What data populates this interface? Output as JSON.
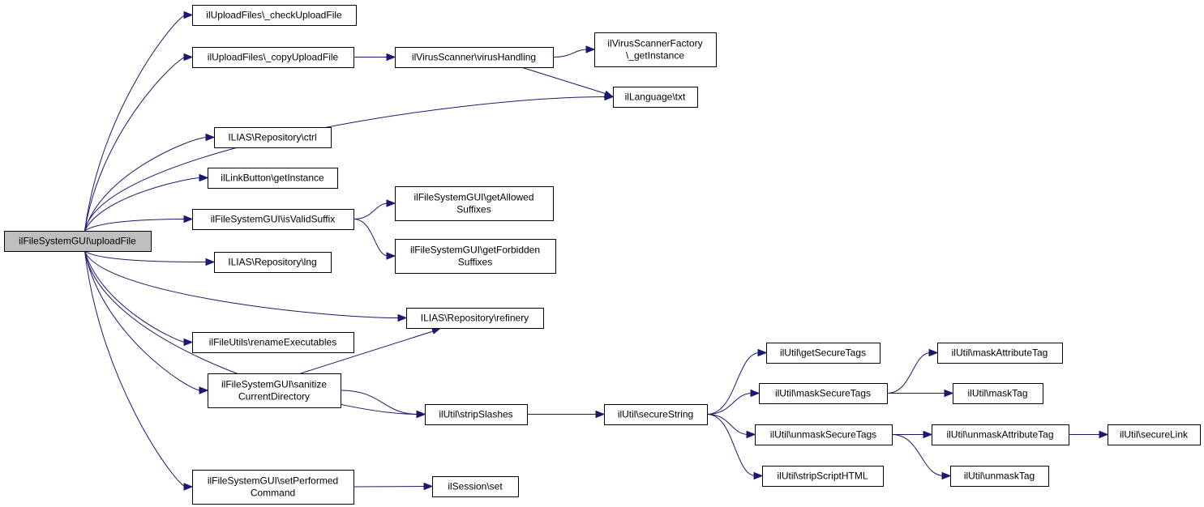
{
  "diagram": {
    "type": "call-graph",
    "edge_color": "#191970",
    "root_fill": "#bfbfbf",
    "nodes": [
      {
        "id": "uploadFile",
        "lines": [
          "ilFileSystemGUI\\uploadFile"
        ],
        "root": true
      },
      {
        "id": "checkUploadFile",
        "lines": [
          "ilUploadFiles\\_checkUploadFile"
        ]
      },
      {
        "id": "copyUploadFile",
        "lines": [
          "ilUploadFiles\\_copyUploadFile"
        ]
      },
      {
        "id": "virusHandling",
        "lines": [
          "ilVirusScanner\\virusHandling"
        ]
      },
      {
        "id": "getInstanceVSF",
        "lines": [
          "ilVirusScannerFactory",
          "\\_getInstance"
        ]
      },
      {
        "id": "txt",
        "lines": [
          "ilLanguage\\txt"
        ]
      },
      {
        "id": "ctrl",
        "lines": [
          "ILIAS\\Repository\\ctrl"
        ]
      },
      {
        "id": "linkButton",
        "lines": [
          "ilLinkButton\\getInstance"
        ]
      },
      {
        "id": "isValidSuffix",
        "lines": [
          "ilFileSystemGUI\\isValidSuffix"
        ]
      },
      {
        "id": "allowedSuffixes",
        "lines": [
          "ilFileSystemGUI\\getAllowed",
          "Suffixes"
        ]
      },
      {
        "id": "forbiddenSuffixes",
        "lines": [
          "ilFileSystemGUI\\getForbidden",
          "Suffixes"
        ]
      },
      {
        "id": "lng",
        "lines": [
          "ILIAS\\Repository\\lng"
        ]
      },
      {
        "id": "refinery",
        "lines": [
          "ILIAS\\Repository\\refinery"
        ]
      },
      {
        "id": "renameExecutables",
        "lines": [
          "ilFileUtils\\renameExecutables"
        ]
      },
      {
        "id": "sanitizeDir",
        "lines": [
          "ilFileSystemGUI\\sanitize",
          "CurrentDirectory"
        ]
      },
      {
        "id": "stripSlashes",
        "lines": [
          "ilUtil\\stripSlashes"
        ]
      },
      {
        "id": "setPerformed",
        "lines": [
          "ilFileSystemGUI\\setPerformed",
          "Command"
        ]
      },
      {
        "id": "sessionSet",
        "lines": [
          "ilSession\\set"
        ]
      },
      {
        "id": "secureString",
        "lines": [
          "ilUtil\\secureString"
        ]
      },
      {
        "id": "getSecureTags",
        "lines": [
          "ilUtil\\getSecureTags"
        ]
      },
      {
        "id": "maskSecureTags",
        "lines": [
          "ilUtil\\maskSecureTags"
        ]
      },
      {
        "id": "unmaskSecureTags",
        "lines": [
          "ilUtil\\unmaskSecureTags"
        ]
      },
      {
        "id": "stripScriptHTML",
        "lines": [
          "ilUtil\\stripScriptHTML"
        ]
      },
      {
        "id": "maskAttributeTag",
        "lines": [
          "ilUtil\\maskAttributeTag"
        ]
      },
      {
        "id": "maskTag",
        "lines": [
          "ilUtil\\maskTag"
        ]
      },
      {
        "id": "unmaskAttributeTag",
        "lines": [
          "ilUtil\\unmaskAttributeTag"
        ]
      },
      {
        "id": "unmaskTag",
        "lines": [
          "ilUtil\\unmaskTag"
        ]
      },
      {
        "id": "secureLink",
        "lines": [
          "ilUtil\\secureLink"
        ]
      }
    ],
    "edges": [
      {
        "from": "uploadFile",
        "to": "checkUploadFile"
      },
      {
        "from": "uploadFile",
        "to": "copyUploadFile"
      },
      {
        "from": "uploadFile",
        "to": "txt"
      },
      {
        "from": "uploadFile",
        "to": "ctrl"
      },
      {
        "from": "uploadFile",
        "to": "linkButton"
      },
      {
        "from": "uploadFile",
        "to": "isValidSuffix"
      },
      {
        "from": "uploadFile",
        "to": "lng"
      },
      {
        "from": "uploadFile",
        "to": "refinery"
      },
      {
        "from": "uploadFile",
        "to": "renameExecutables"
      },
      {
        "from": "uploadFile",
        "to": "sanitizeDir"
      },
      {
        "from": "uploadFile",
        "to": "stripSlashes"
      },
      {
        "from": "uploadFile",
        "to": "setPerformed"
      },
      {
        "from": "copyUploadFile",
        "to": "virusHandling"
      },
      {
        "from": "virusHandling",
        "to": "getInstanceVSF"
      },
      {
        "from": "virusHandling",
        "to": "txt"
      },
      {
        "from": "isValidSuffix",
        "to": "allowedSuffixes"
      },
      {
        "from": "isValidSuffix",
        "to": "forbiddenSuffixes"
      },
      {
        "from": "sanitizeDir",
        "to": "refinery"
      },
      {
        "from": "sanitizeDir",
        "to": "stripSlashes"
      },
      {
        "from": "setPerformed",
        "to": "sessionSet"
      },
      {
        "from": "stripSlashes",
        "to": "secureString"
      },
      {
        "from": "secureString",
        "to": "getSecureTags"
      },
      {
        "from": "secureString",
        "to": "maskSecureTags"
      },
      {
        "from": "secureString",
        "to": "unmaskSecureTags"
      },
      {
        "from": "secureString",
        "to": "stripScriptHTML"
      },
      {
        "from": "maskSecureTags",
        "to": "maskAttributeTag"
      },
      {
        "from": "maskSecureTags",
        "to": "maskTag"
      },
      {
        "from": "unmaskSecureTags",
        "to": "unmaskAttributeTag"
      },
      {
        "from": "unmaskSecureTags",
        "to": "unmaskTag"
      },
      {
        "from": "unmaskAttributeTag",
        "to": "secureLink"
      }
    ]
  }
}
